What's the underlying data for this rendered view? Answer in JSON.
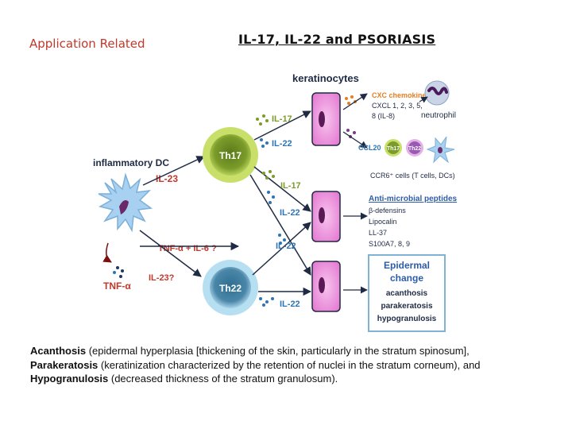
{
  "header": {
    "app_label": "Application Related",
    "title": "IL-17, IL-22 and PSORIASIS"
  },
  "diagram": {
    "keratinocytes": "keratinocytes",
    "inflammatory_dc": "inflammatory DC",
    "il23": "IL-23",
    "th17": "Th17",
    "th22": "Th22",
    "tnf_il6": "TNF-α + IL-6 ?",
    "il23q": "IL-23?",
    "tnf_alpha": "TNF-α",
    "il17_a": "IL-17",
    "il22_a": "IL-22",
    "il17_b": "IL-17",
    "il22_b": "IL-22",
    "il22_c": "IL-22",
    "il22_d": "IL-22",
    "cxc_title": "CXC chemokines",
    "cxc_line1": "CXCL 1, 2, 3, 5,",
    "cxc_line2": "8 (IL-8)",
    "neutrophil": "neutrophil",
    "ccl20": "CCL20",
    "mini_th17": "Th17",
    "mini_th22": "Th22",
    "ccr6": "CCR6⁺ cells (T cells, DCs)",
    "amp_title": "Anti-microbial peptides",
    "amp_items": [
      "β-defensins",
      "Lipocalin",
      "LL-37",
      "S100A7, 8, 9"
    ],
    "epidermal_title1": "Epidermal",
    "epidermal_title2": "change",
    "epidermal_items": [
      "acanthosis",
      "parakeratosis",
      "hypogranulosis"
    ]
  },
  "caption": {
    "term1": "Acanthosis",
    "text1": " (epidermal hyperplasia [thickening of the skin, particularly in the stratum spinosum],",
    "term2": "Parakeratosis",
    "text2": " (keratinization characterized by the retention of nuclei in the stratum corneum), and",
    "term3": "Hypogranulosis",
    "text3": " (decreased thickness of the stratum granulosum)."
  },
  "colors": {
    "title_red": "#c0392b",
    "label_red": "#c0392b",
    "dark_navy": "#1f3864",
    "blue_accent": "#2e75b6",
    "orange": "#e67e22",
    "keratinocyte_fill": "#f39be0",
    "th17_fill": "#7b9c2a",
    "th22_fill": "#4a86a8"
  }
}
